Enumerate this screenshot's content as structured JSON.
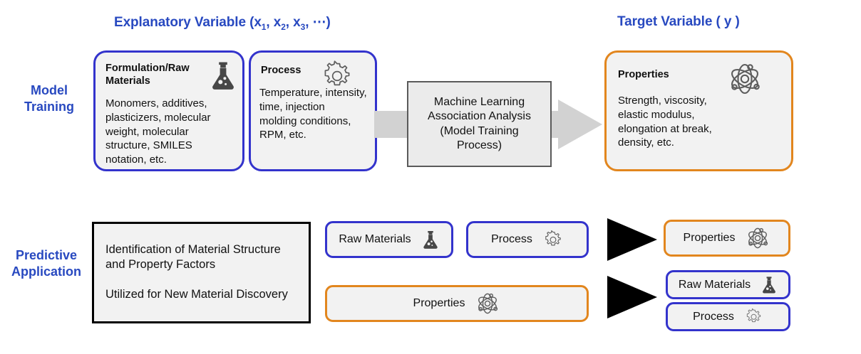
{
  "headings": {
    "explanatory": {
      "prefix": "Explanatory Variable (x",
      "s1": "1",
      "sep1": ", x",
      "s2": "2",
      "sep2": ", x",
      "s3": "3",
      "suffix": ", ⋯)"
    },
    "target": "Target Variable ( y )"
  },
  "rows": {
    "model_training": "Model\nTraining",
    "predictive_application": "Predictive\nApplication"
  },
  "model_training": {
    "raw_materials_card": {
      "title": "Formulation/Raw\nMaterials",
      "body": "Monomers, additives,\nplasticizers, molecular\nweight, molecular\nstructure, SMILES\nnotation, etc.",
      "icon": "flask-icon"
    },
    "process_card": {
      "title": "Process",
      "body": "Temperature, intensity,\ntime, injection\nmolding conditions,\nRPM, etc.",
      "icon": "gear-icon"
    },
    "ml_box": {
      "text": "Machine Learning\nAssociation Analysis\n(Model Training\nProcess)"
    },
    "properties_card": {
      "title": "Properties",
      "body": "Strength, viscosity,\nelastic modulus,\nelongation at break,\ndensity, etc.",
      "icon": "atom-icon"
    }
  },
  "predictive_application": {
    "purpose_box": {
      "line1": "Identification of Material Structure\nand Property Factors",
      "line2": "Utilized for New Material Discovery"
    },
    "inputs_row1": [
      {
        "label": "Raw Materials",
        "icon": "flask-icon",
        "accent": "blue"
      },
      {
        "label": "Process",
        "icon": "gear-icon",
        "accent": "blue"
      }
    ],
    "inputs_row2": [
      {
        "label": "Properties",
        "icon": "atom-icon",
        "accent": "orange"
      }
    ],
    "outputs_row1": [
      {
        "label": "Properties",
        "icon": "atom-icon",
        "accent": "orange"
      }
    ],
    "outputs_row2": [
      {
        "label": "Raw Materials",
        "icon": "flask-icon",
        "accent": "blue"
      },
      {
        "label": "Process",
        "icon": "gear-icon",
        "accent": "blue"
      }
    ]
  },
  "colors": {
    "heading_blue": "#2849c0",
    "border_blue": "#3333cc",
    "border_orange": "#e2861e",
    "card_fill": "#f2f2f2",
    "arrow_grey": "#d2d2d2",
    "ml_border": "#5a5a5a"
  }
}
